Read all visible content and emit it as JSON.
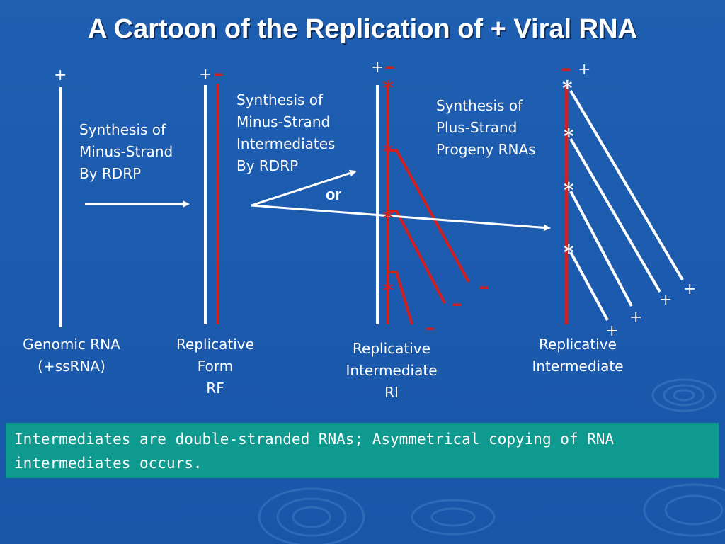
{
  "title": "A Cartoon of the Replication of + Viral RNA",
  "symbols": {
    "plus": "+",
    "minus": "–",
    "star": "*"
  },
  "labels": {
    "synth_minus_1": [
      "Synthesis of",
      "Minus-Strand",
      "By RDRP"
    ],
    "synth_minus_2": [
      "Synthesis of",
      "Minus-Strand",
      "Intermediates",
      "By RDRP"
    ],
    "synth_plus": [
      "Synthesis of",
      "Plus-Strand",
      "Progeny RNAs"
    ],
    "or": "or",
    "genomic": [
      "Genomic RNA",
      "(+ssRNA)"
    ],
    "rf": [
      "Replicative",
      "Form",
      "RF"
    ],
    "ri": [
      "Replicative",
      "Intermediate",
      "RI"
    ],
    "ri2": [
      "Replicative",
      "Intermediate"
    ]
  },
  "note": "Intermediates are double-stranded RNAs; Asymmetrical copying of RNA intermediates occurs.",
  "colors": {
    "plus_strand": "#ffffff",
    "minus_strand": "#d21f1f",
    "background": "#1d5cae",
    "note_bg": "#0e9a8e"
  }
}
